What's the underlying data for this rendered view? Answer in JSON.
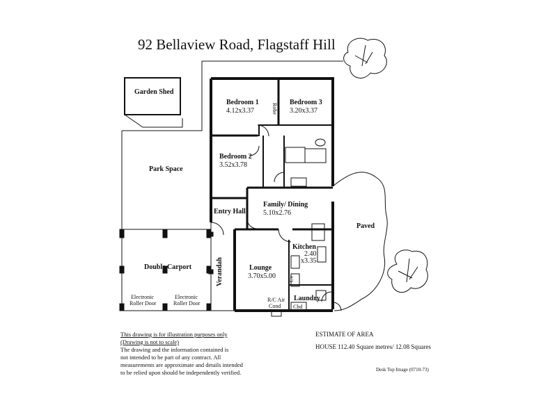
{
  "title": "92 Bellaview Road,  Flagstaff Hill",
  "rooms": {
    "garden_shed": "Garden Shed",
    "bedroom1": {
      "name": "Bedroom 1",
      "dims": "4.12x3.37"
    },
    "robe": "Robe",
    "bedroom3": {
      "name": "Bedroom 3",
      "dims": "3.20x3.37"
    },
    "bedroom2": {
      "name": "Bedroom 2",
      "dims": "3.52x3.78"
    },
    "park_space": "Park Space",
    "family_dining": {
      "name": "Family/ Dining",
      "dims": "5.10x2.76"
    },
    "entry_hall": "Entry Hall",
    "paved": "Paved",
    "kitchen": {
      "name": "Kitchen",
      "dims1": "2.40",
      "dims2": "x3.35"
    },
    "double_carport": "Double Carport",
    "verandah": "Verandah",
    "lounge": {
      "name": "Lounge",
      "dims": "3.70x5.00"
    },
    "electronic_door_left": [
      "Electronic",
      "Roller Door"
    ],
    "electronic_door_right": [
      "Electronic",
      "Roller Door"
    ],
    "rc_air": [
      "R/C Air",
      "Cond"
    ],
    "laundry": "Laundry",
    "cbd": "Cbd",
    "cv": "Cv"
  },
  "disclaimer": {
    "line1": "This drawing is for illustration purposes only",
    "line2": "(Drawing is not to scale)",
    "lines": [
      "The drawing and the information contained is",
      "not intended to be part of any contract.  All",
      "measurements are approximate and details intended",
      "to be relied upon should be independently verified."
    ]
  },
  "estimate": {
    "heading": "ESTIMATE OF AREA",
    "house": "HOUSE  112.40 Square metres/ 12.08 Squares"
  },
  "credit": "Desk Top Image  (0710-73)"
}
